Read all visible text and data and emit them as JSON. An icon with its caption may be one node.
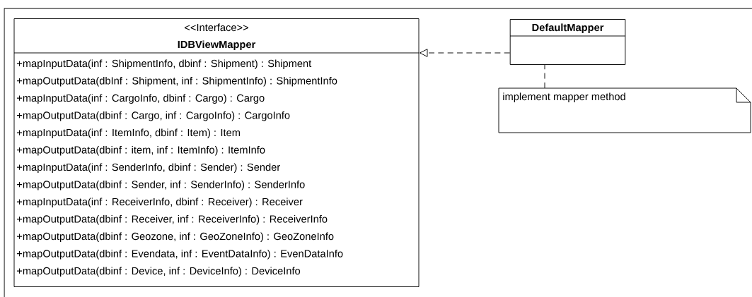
{
  "diagram": {
    "nodes": [
      {
        "text": [
          "<<Interface>>",
          "IDBViewMapper",
          "+mapInputData(inf : ShipmentInfo, dbinf : Shipment) : Shipment",
          "+mapOutputData(dbInf : Shipment, inf : ShipmentInfo) : ShipmentInfo",
          "+mapInputData(inf : CargoInfo, dbinf : Cargo) : Cargo",
          "+mapOutputData(dbinf : Cargo, inf : CargoInfo) : CargoInfo",
          "+mapInputData(inf : ItemInfo, dbinf : Item) : Item",
          "+mapOutputData(dbinf : item, inf : ItemInfo) : ItemInfo",
          "+mapInputData(inf : SenderInfo, dbinf : Sender) : Sender",
          "+mapOutputData(dbinf : Sender, inf : SenderInfo) : SenderInfo",
          "+mapInputData(inf : ReceiverInfo, dbinf : Receiver) : Receiver",
          "+mapOutputData(dbinf : Receiver, inf : ReceiverInfo) : ReceiverInfo",
          "+mapOutputData(dbinf : Geozone, inf : GeoZoneInfo) : GeoZoneInfo",
          "+mapOutputData(dbinf : Evendata, inf : EventDataInfo) : EvenDataInfo",
          "+mapOutputData(dbinf : Device, inf : DeviceInfo) : DeviceInfo"
        ]
      },
      {
        "text": [
          "DefaultMapper"
        ]
      },
      {
        "text": [
          "implement mapper method"
        ]
      }
    ],
    "edges": [
      {
        "from": 1,
        "to": 0,
        "arrow": "to",
        "style": "dashed"
      },
      {
        "from": 2,
        "to": 1,
        "arrow": "none",
        "style": "dashed"
      }
    ]
  }
}
